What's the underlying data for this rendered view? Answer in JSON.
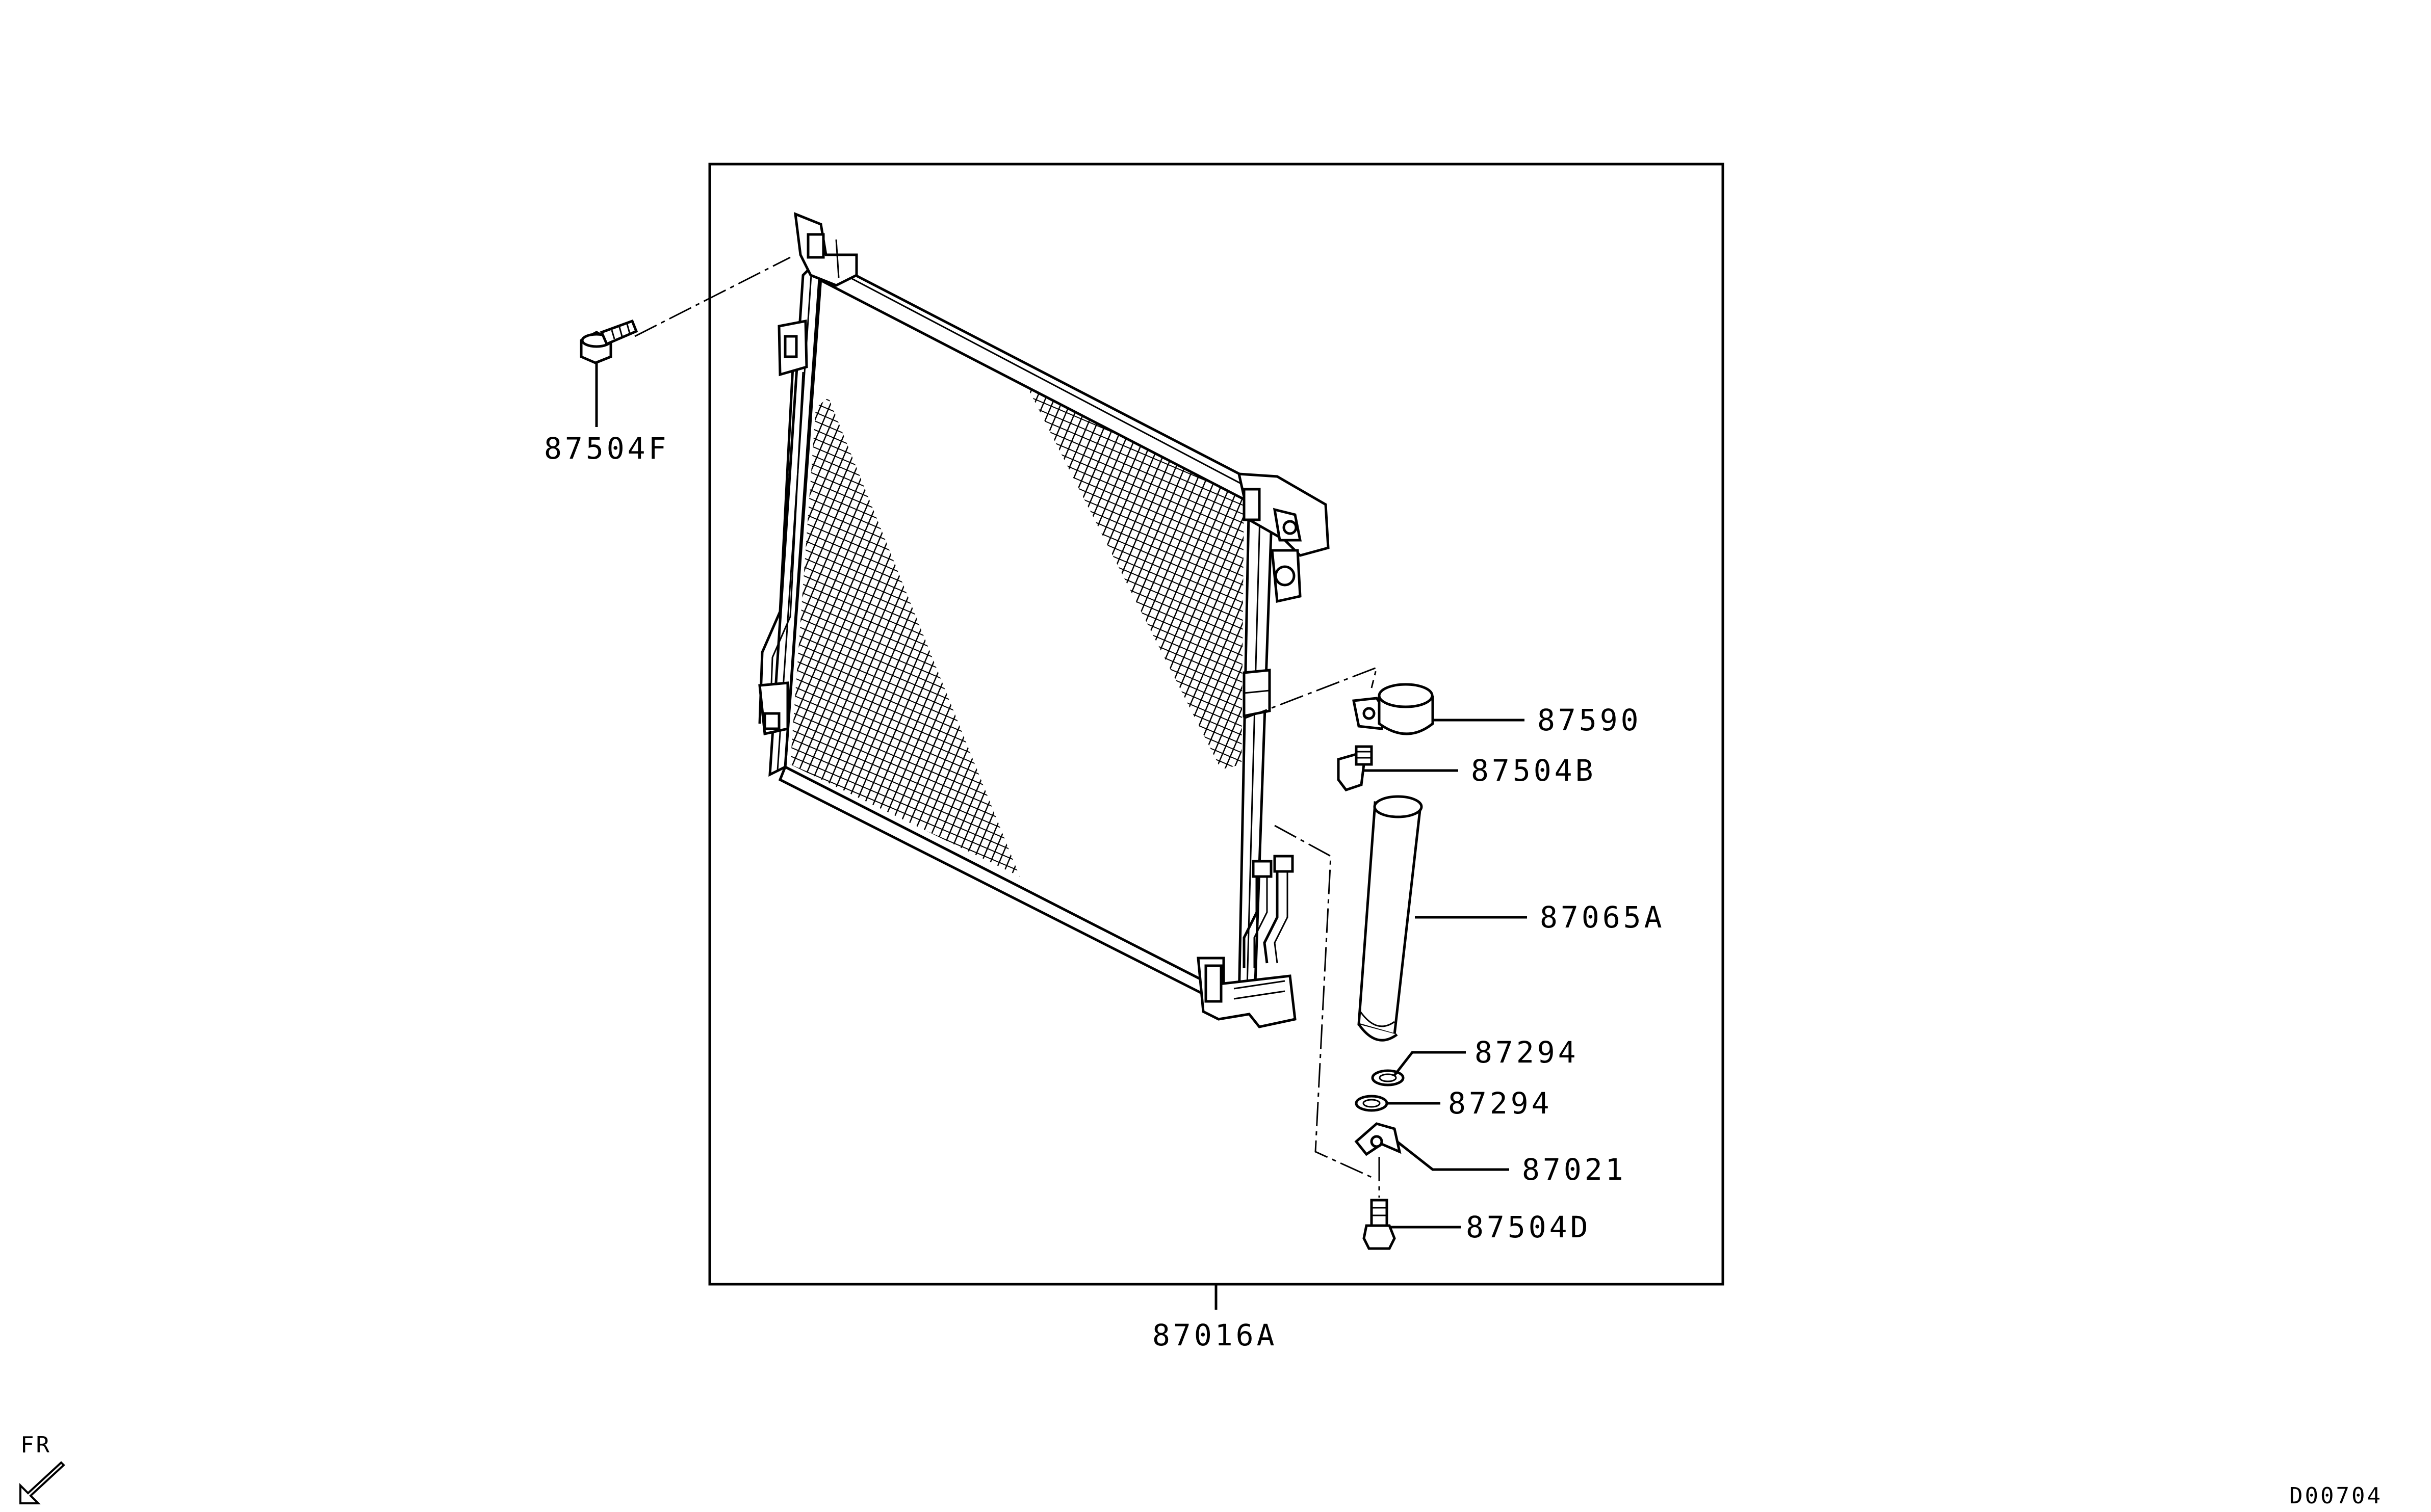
{
  "diagram": {
    "parts": {
      "condenser_assembly": "87016A",
      "condenser_bolt": "87504F",
      "receiver_bracket": "87590",
      "bracket_bolt": "87504B",
      "receiver_drier": "87065A",
      "o_ring_upper": "87294",
      "o_ring_lower": "87294",
      "pipe_flange": "87021",
      "flange_bolt": "87504D"
    },
    "direction_indicator": "FR",
    "drawing_code": "D00704"
  }
}
